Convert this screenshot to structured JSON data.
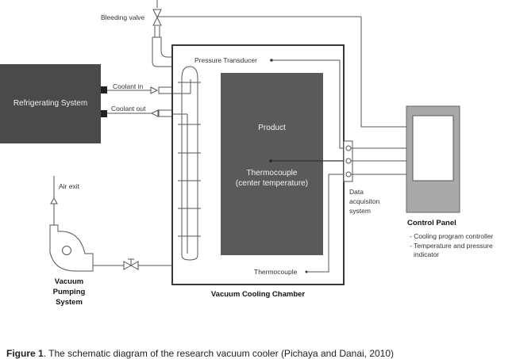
{
  "labels": {
    "bleeding_valve": "Bleeding valve",
    "refrigerating_system": "Refrigerating System",
    "coolant_in": "Coolant in",
    "coolant_out": "Coolant out",
    "pressure_transducer": "Pressure Transducer",
    "product": "Product",
    "thermocouple_center_1": "Thermocouple",
    "thermocouple_center_2": "(center temperature)",
    "thermocouple": "Thermocouple",
    "data_acquisition_1": "Data",
    "data_acquisition_2": "acquisiton",
    "data_acquisition_3": "system",
    "control_panel": "Control Panel",
    "control_panel_item_1": "- Cooling program controller",
    "control_panel_item_2": "- Temperature and pressure",
    "control_panel_item_3": "indicator",
    "air_exit": "Air exit",
    "vacuum_pumping_1": "Vacuum",
    "vacuum_pumping_2": "Pumping",
    "vacuum_pumping_3": "System",
    "vacuum_cooling_chamber": "Vacuum Cooling Chamber"
  },
  "caption": {
    "figure_label": "Figure 1",
    "text": ".  The schematic diagram of the research vacuum cooler (Pichaya and Danai, 2010)"
  },
  "colors": {
    "dark_block": "#4a4a4a",
    "product_block": "#5a5a5a",
    "panel_gray": "#a9a9a9",
    "line": "#555555"
  }
}
